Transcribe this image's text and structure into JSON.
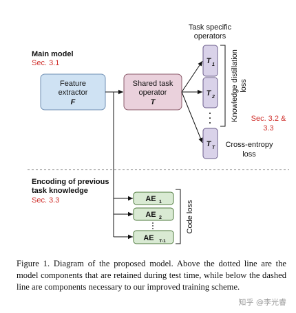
{
  "labels": {
    "task_specific_operators_l1": "Task specific",
    "task_specific_operators_l2": "operators",
    "main_model": "Main model",
    "main_model_sec": "Sec. 3.1",
    "feature_extractor_l1": "Feature",
    "feature_extractor_l2": "extractor",
    "feature_extractor_symbol": "F",
    "shared_op_l1": "Shared task",
    "shared_op_l2": "operator",
    "shared_op_symbol": "T",
    "t1": "T",
    "t1_sub": "1",
    "t2": "T",
    "t2_sub": "2",
    "tT": "T",
    "tT_sub": "T",
    "kd_loss_l1": "Knowledge distillation",
    "kd_loss_l2": "loss",
    "sec_32_l1": "Sec. 3.2 &",
    "sec_32_l2": "3.3",
    "ce_loss_l1": "Cross-entropy",
    "ce_loss_l2": "loss",
    "encoding_l1": "Encoding of previous",
    "encoding_l2": "task knowledge",
    "encoding_sec": "Sec. 3.3",
    "ae1": "AE",
    "ae1_sub": "1",
    "ae2": "AE",
    "ae2_sub": "2",
    "aeT": "AE",
    "aeT_sub": "T-1",
    "code_loss": "Code loss"
  },
  "caption": "Figure 1. Diagram of the proposed model. Above the dotted line are the model components that are retained during test time, while below the dashed line are components necessary to our improved training scheme.",
  "watermark": "知乎 @李光睿",
  "colors": {
    "feature_fill": "#cfe2f3",
    "feature_stroke": "#6f8fb3",
    "shared_fill": "#ead1dc",
    "shared_stroke": "#8a5a6a",
    "task_fill": "#d9d2e9",
    "task_stroke": "#6a5c8a",
    "ae_fill": "#d9ead3",
    "ae_stroke": "#4e7a3e",
    "accent_red": "#d0312d"
  }
}
